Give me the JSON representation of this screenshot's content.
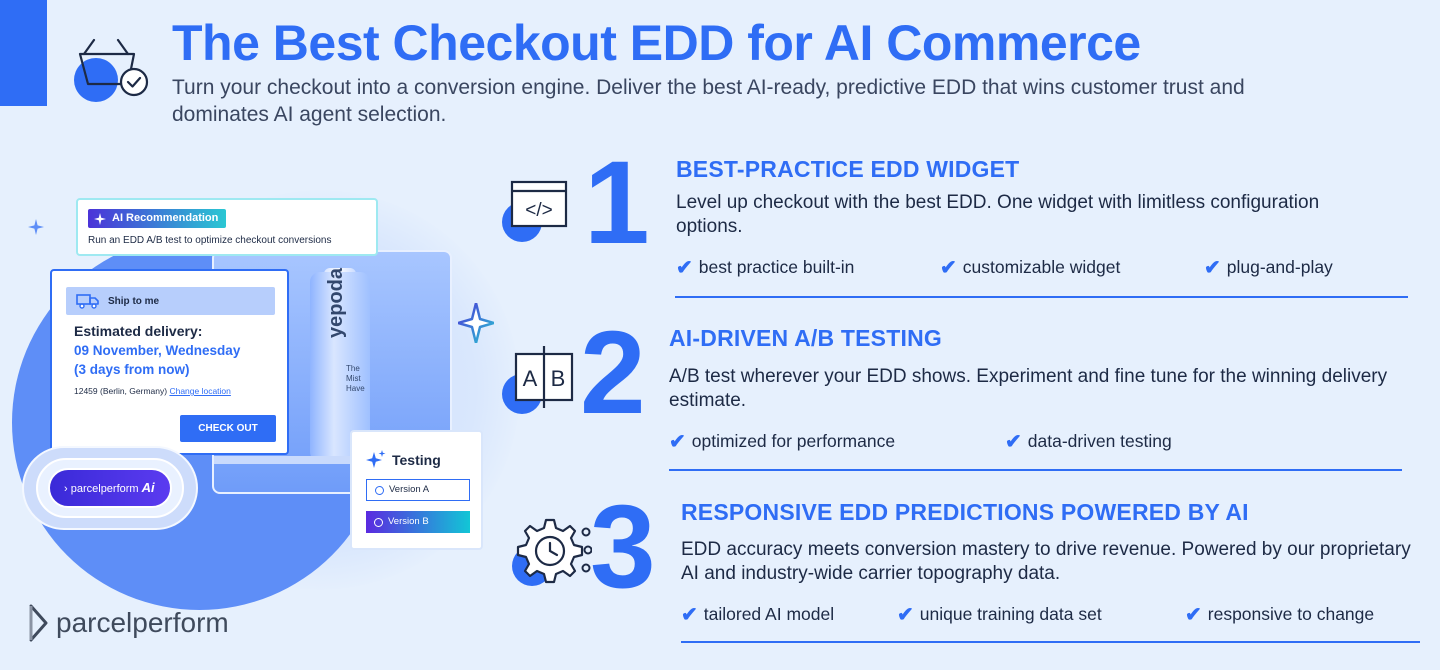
{
  "header": {
    "title": "The Best Checkout EDD for AI Commerce",
    "subtitle": "Turn your checkout into a conversion engine. Deliver the best AI-ready, predictive EDD that wins customer trust and dominates AI agent selection."
  },
  "mockup": {
    "ai_recommendation": {
      "badge": "AI Recommendation",
      "text": "Run an EDD A/B test to optimize checkout conversions"
    },
    "delivery_card": {
      "ship_label": "Ship to me",
      "estimated_label": "Estimated delivery:",
      "estimated_date": "09 November, Wednesday",
      "estimated_days": "(3 days from now)",
      "postal": "12459 (Berlin, Germany)",
      "change_location": "Change location",
      "checkout_button": "CHECK OUT"
    },
    "product": {
      "brand": "yepoda",
      "name": "The Mist Have"
    },
    "pill": {
      "brand": "parcelperform",
      "ai": "Ai"
    },
    "testing": {
      "title": "Testing",
      "version_a": "Version A",
      "version_b": "Version B"
    }
  },
  "brand_logo": "parcelperform",
  "sections": [
    {
      "number": "1",
      "icon": "code-window-icon",
      "title": "BEST-PRACTICE EDD WIDGET",
      "description": "Level up checkout with the best EDD. One widget with limitless configuration options.",
      "features": [
        "best practice built-in",
        "customizable widget",
        "plug-and-play"
      ]
    },
    {
      "number": "2",
      "icon": "ab-split-icon",
      "title": "AI-DRIVEN A/B TESTING",
      "description": "A/B test wherever your EDD shows. Experiment and fine tune for the winning delivery estimate.",
      "features": [
        "optimized for performance",
        "data-driven testing"
      ]
    },
    {
      "number": "3",
      "icon": "gear-clock-icon",
      "title": "RESPONSIVE EDD PREDICTIONS POWERED BY AI",
      "description": "EDD accuracy meets conversion mastery to drive revenue. Powered by our proprietary AI and industry-wide carrier topography data.",
      "features": [
        "tailored AI model",
        "unique training data set",
        "responsive to change"
      ]
    }
  ],
  "colors": {
    "accent": "#2f6df5",
    "background": "#e6f0fd",
    "text": "#1d2a45"
  }
}
